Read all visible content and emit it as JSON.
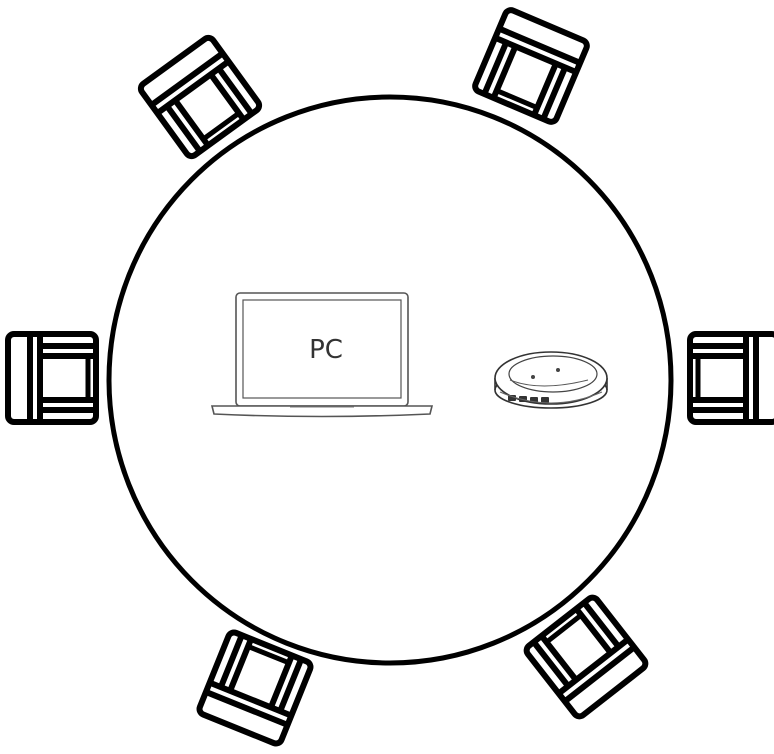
{
  "diagram": {
    "laptop_label": "PC",
    "table_shape": "round",
    "chair_count": 6,
    "devices": [
      "laptop-icon",
      "speakerphone-icon"
    ],
    "chairs": [
      {
        "name": "chair-top-left-icon"
      },
      {
        "name": "chair-top-right-icon"
      },
      {
        "name": "chair-left-icon"
      },
      {
        "name": "chair-right-icon"
      },
      {
        "name": "chair-bottom-left-icon"
      },
      {
        "name": "chair-bottom-right-icon"
      }
    ],
    "colors": {
      "stroke": "#000000",
      "laptop_stroke": "#555555",
      "speaker_stroke": "#333333",
      "background": "#ffffff"
    }
  }
}
